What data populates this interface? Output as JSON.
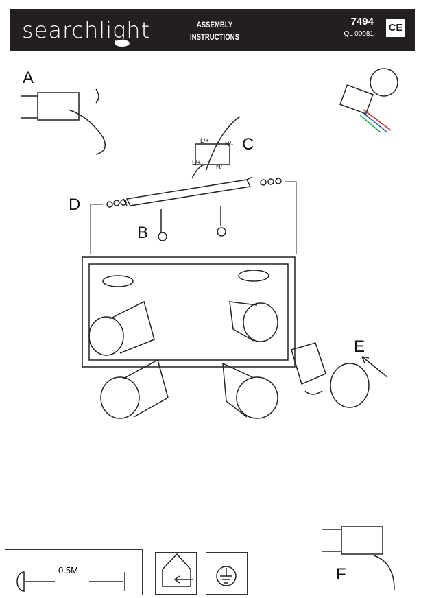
{
  "header": {
    "brand": "searchlight",
    "title_line1": "ASSEMBLY",
    "title_line2": "INSTRUCTIONS",
    "model": "7494",
    "ql_code": "QL 00081",
    "ce_mark": "CE"
  },
  "step_labels": {
    "a": "A",
    "b": "B",
    "c": "C",
    "d": "D",
    "e": "E",
    "f": "F"
  },
  "terminal_labels": {
    "live": "L/+",
    "neutral": "N/-"
  },
  "footer": {
    "distance": "0.5M",
    "icons": [
      "distance-icon",
      "indoor-use-icon",
      "earth-icon"
    ]
  }
}
